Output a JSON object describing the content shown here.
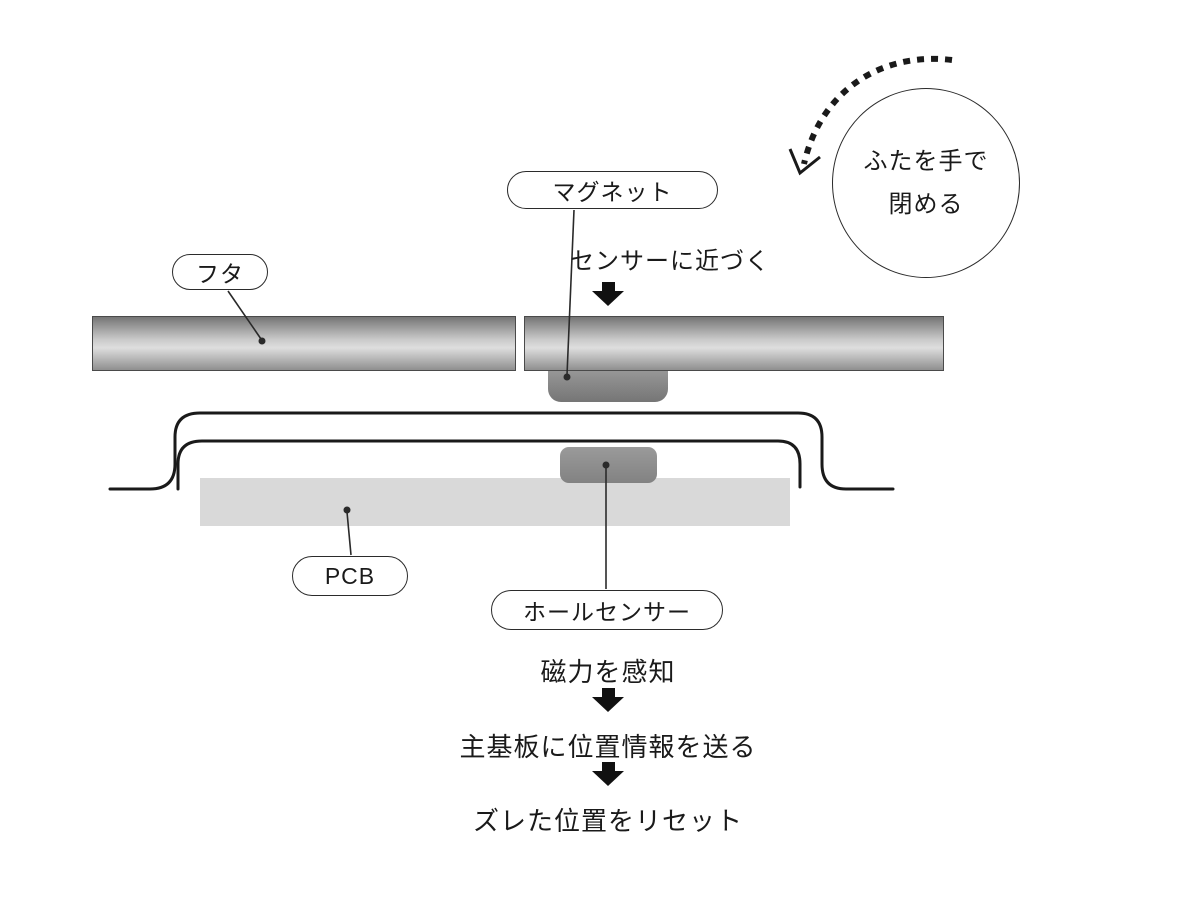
{
  "labels": {
    "lid": "フタ",
    "magnet": "マグネット",
    "pcb": "PCB",
    "hall_sensor": "ホールセンサー"
  },
  "notes": {
    "close_by_hand_line1": "ふたを手で",
    "close_by_hand_line2": "閉める",
    "approach_sensor": "センサーに近づく"
  },
  "flow": {
    "steps": [
      "磁力を感知",
      "主基板に位置情報を送る",
      "ズレた位置をリセット"
    ]
  },
  "colors": {
    "line": "#1a1a1a",
    "lid_gradient_top": "#757575",
    "lid_gradient_mid": "#dedede",
    "lid_gradient_bottom": "#8f8f8f",
    "magnet_fill": "#8a8a8a",
    "sensor_fill": "#8c8c8c",
    "pcb_fill": "#d9d9d9",
    "arrow_fill": "#111111"
  }
}
